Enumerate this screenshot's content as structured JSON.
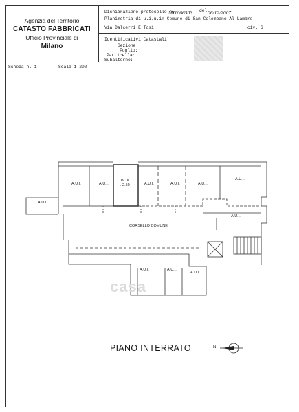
{
  "header": {
    "agency": "Agenzia del Territorio",
    "office": "CATASTO FABBRICATI",
    "provincial_office": "Ufficio Provinciale di",
    "city": "Milano"
  },
  "declaration": {
    "label": "Dichiarazione protocollo n.",
    "protocol_number": "MI1066503",
    "date_label": "del",
    "date": "06/12/2007",
    "plan_label": "Planimetria di u.i.u.in Comune di San Colombano Al Lambro",
    "address": "Via Dalcerri E Tosi",
    "civic": "civ. 6"
  },
  "identifiers": {
    "title": "Identificativi Catastali:",
    "section": "Sezione:",
    "sheet": "Foglio:",
    "parcel": "Particella:",
    "subordinate": "Subalterno:"
  },
  "scheda": {
    "sheet_label": "Scheda n. 1",
    "scale_label": "Scala 1:200"
  },
  "floorplan": {
    "unit_labels": [
      "A.U.I.",
      "A.U.I.",
      "A.U.I.",
      "A.U.I.",
      "A.U.I.",
      "A.U.I.",
      "A.U.I.",
      "A.U.I.",
      "A.U.I.",
      "A.U.I.",
      "A.U.I."
    ],
    "box_label": "BOX",
    "box_height": "H. 2.50",
    "corridor": "CORSELLO COMUNE"
  },
  "floor_title": "PIANO INTERRATO",
  "compass_letter": "N",
  "watermark": "casa"
}
